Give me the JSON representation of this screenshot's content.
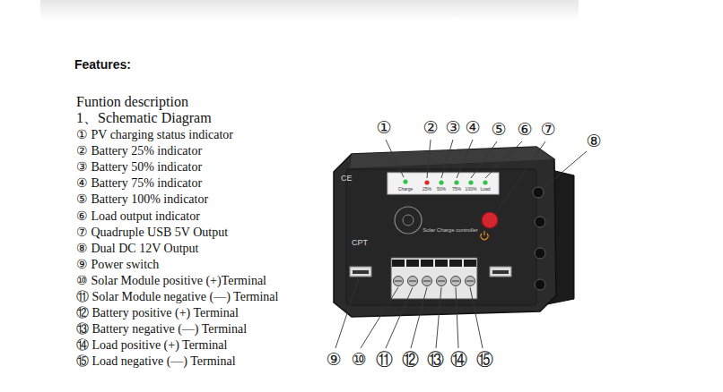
{
  "diagram": {
    "title": "Features:",
    "labels": [
      "Funtion description",
      "1、Schematic Diagram",
      "① PV charging status indicator",
      "② Battery 25% indicator",
      "③ Battery 50% indicator",
      "④ Battery 75% indicator",
      "⑤ Battery 100% indicator",
      "⑥ Load output indicator",
      "⑦ Quadruple USB 5V Output",
      "⑧ Dual DC 12V Output",
      "⑨ Power switch",
      "⑩ Solar Module positive (+)Terminal",
      "⑪ Solar Module negative (—) Terminal",
      "⑫ Battery positive (+) Terminal",
      "⑬ Battery negative (—) Terminal",
      "⑭ Load positive (+) Terminal",
      "⑮ Load negative (—) Terminal",
      "①",
      "②",
      "③",
      "④",
      "⑤",
      "⑥",
      "⑦",
      "⑧",
      "⑨",
      "⑩",
      "⑪",
      "⑫",
      "⑬",
      "⑭",
      "⑮",
      "CE",
      "Charge",
      "25%",
      "50%",
      "75%",
      "100%",
      "Load",
      "Solar Charge controller",
      "CPT"
    ]
  }
}
